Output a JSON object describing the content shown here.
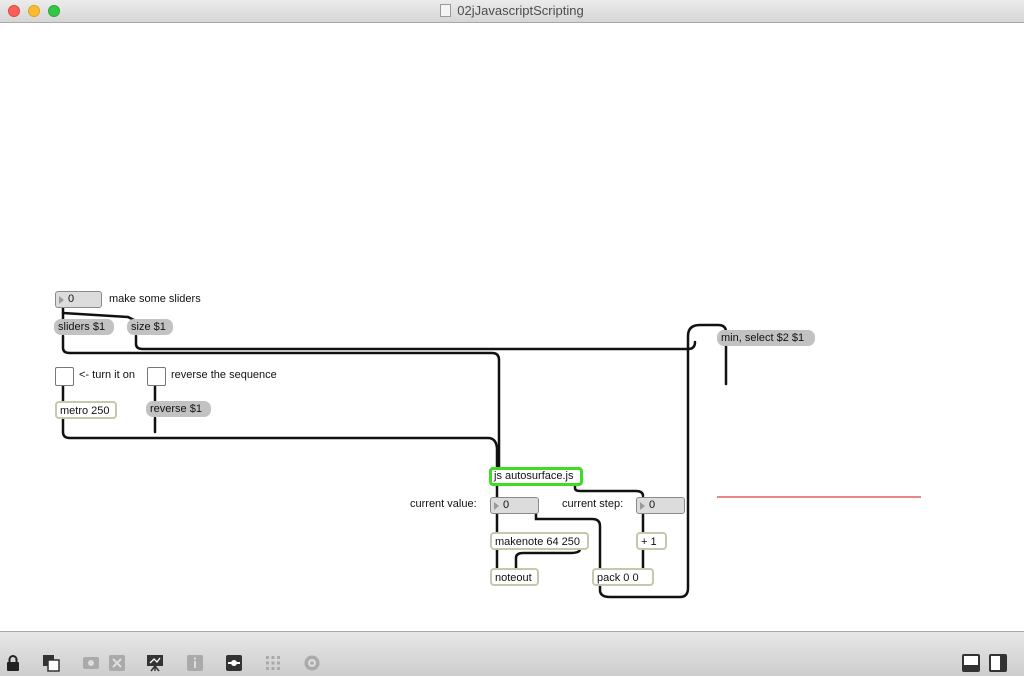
{
  "window": {
    "title": "02jJavascriptScripting"
  },
  "patch": {
    "num_sliders": "0",
    "comment_make_sliders": "make some sliders",
    "msg_sliders": "sliders $1",
    "msg_size": "size $1",
    "msg_min_select": "min, select $2 $1",
    "comment_turn_on": "<- turn it on",
    "comment_reverse": "reverse the sequence",
    "obj_metro": "metro 250",
    "msg_reverse": "reverse $1",
    "obj_js": "js autosurface.js",
    "comment_current_value": "current value:",
    "num_current_value": "0",
    "comment_current_step": "current step:",
    "num_current_step": "0",
    "obj_makenote": "makenote 64 250",
    "obj_plus": "+ 1",
    "obj_noteout": "noteout",
    "obj_pack": "pack 0 0"
  },
  "colors": {
    "js_border": "#3fdc26",
    "message_bg": "#c2c2c2",
    "object_border": "#c3c9ad",
    "patchcord": "#111111",
    "red_line": "#cc1111"
  },
  "toolbar": {
    "icons": [
      "lock-icon",
      "presentation-icon",
      "objects-icon",
      "delete-icon",
      "easel-icon",
      "inspector-icon",
      "slider-icon",
      "grid-icon",
      "palette-icon",
      "layout-bottom-icon",
      "layout-side-icon"
    ]
  }
}
